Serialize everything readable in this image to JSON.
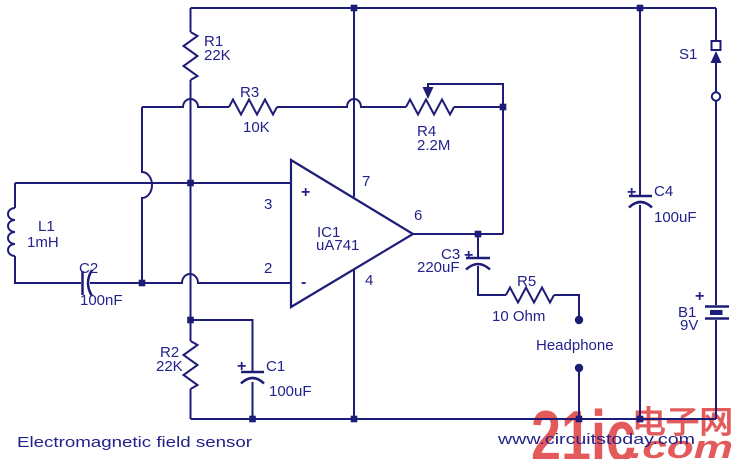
{
  "title": "Electromagnetic field sensor",
  "watermark": {
    "url": "www.circuitstoday.com",
    "logo_big": "21ic",
    "logo_cn": "电子网",
    "logo_com": ".com",
    "red_color": "#e24d4d"
  },
  "colors": {
    "line": "#1d1d78",
    "background": "#ffffff"
  },
  "opamp": {
    "ref": "IC1",
    "part": "uA741",
    "plus": "+",
    "minus": "-",
    "pin2": "2",
    "pin3": "3",
    "pin4": "4",
    "pin6": "6",
    "pin7": "7"
  },
  "parts": {
    "L1": {
      "ref": "L1",
      "value": "1mH"
    },
    "C2": {
      "ref": "C2",
      "value": "100nF"
    },
    "R1": {
      "ref": "R1",
      "value": "22K"
    },
    "R2": {
      "ref": "R2",
      "value": "22K"
    },
    "R3": {
      "ref": "R3",
      "value": "10K"
    },
    "R4": {
      "ref": "R4",
      "value": "2.2M"
    },
    "R5": {
      "ref": "R5",
      "value": "10 Ohm"
    },
    "C1": {
      "ref": "C1",
      "value": "100uF",
      "polarity": "+"
    },
    "C3": {
      "ref": "C3",
      "value": "220uF",
      "polarity": "+"
    },
    "C4": {
      "ref": "C4",
      "value": "100uF",
      "polarity": "+"
    },
    "S1": {
      "ref": "S1"
    },
    "B1": {
      "ref": "B1",
      "value": "9V",
      "polarity": "+"
    },
    "headphone": {
      "label": "Headphone"
    }
  }
}
